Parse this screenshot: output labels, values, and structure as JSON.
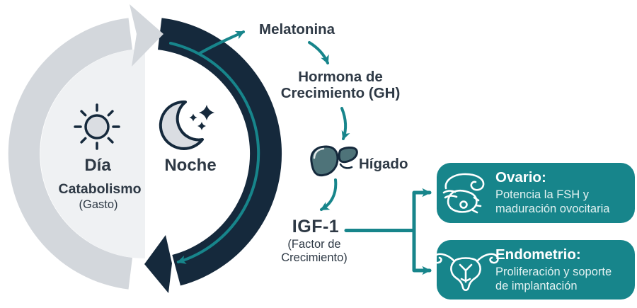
{
  "cycle": {
    "day": {
      "label": "Día",
      "sub1": "Catabolismo",
      "sub2": "(Gasto)"
    },
    "night": {
      "label": "Noche"
    }
  },
  "flow": {
    "melatonin": "Melatonina",
    "growth_hormone_line1": "Hormona de",
    "growth_hormone_line2": "Crecimiento (GH)",
    "liver": "Hígado",
    "igf1": "IGF-1",
    "igf1_sub_line1": "(Factor de",
    "igf1_sub_line2": "Crecimiento)"
  },
  "targets": [
    {
      "title": "Ovario:",
      "line1": "Potencia la FSH y",
      "line2": "maduración ovocitaria"
    },
    {
      "title": "Endometrio:",
      "line1": "Proliferación y soporte",
      "line2": "de implantación"
    }
  ],
  "colors": {
    "teal": "#17858B",
    "navy": "#15293C",
    "ring_gray": "#D3D7DC",
    "disc_gray": "#EFF1F3",
    "icon_fill": "#DADDE2",
    "text_dark": "#2E3945",
    "box_text": "#E3F2F2",
    "box_bg": "#17858B"
  }
}
